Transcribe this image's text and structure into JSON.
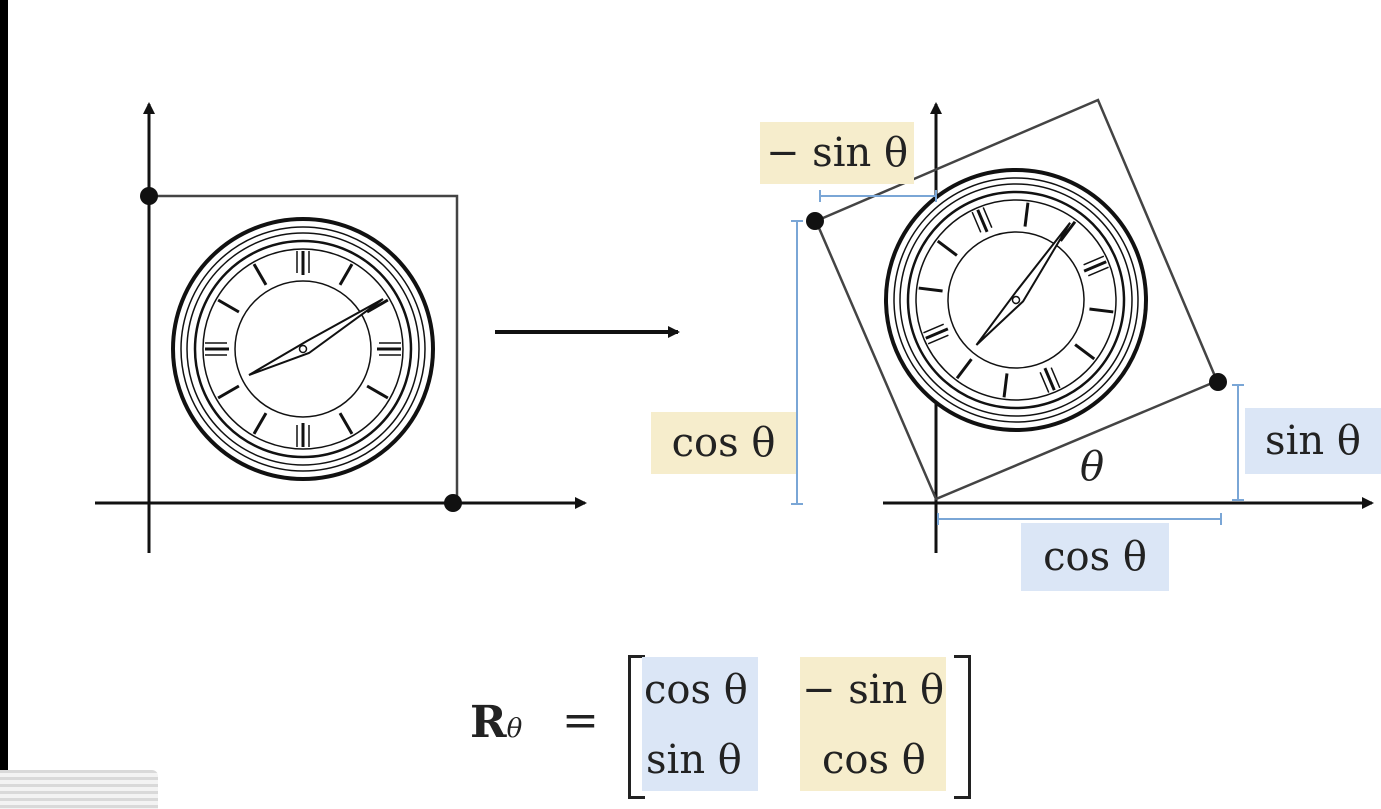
{
  "diagram": {
    "labels": {
      "neg_sin_top": "− sin θ",
      "cos_left": "cos θ",
      "sin_right": "sin θ",
      "cos_bottom": "cos θ",
      "theta": "θ"
    },
    "colors": {
      "yellow_highlight": "#f6edcc",
      "blue_highlight": "#dbe6f6",
      "measure_line": "#7aa6d6",
      "ink": "#222222"
    }
  },
  "formula": {
    "lhs_symbol": "R",
    "lhs_subscript": "θ",
    "equals": "=",
    "matrix": [
      [
        "cos θ",
        "− sin θ"
      ],
      [
        "sin θ",
        "cos θ"
      ]
    ]
  }
}
